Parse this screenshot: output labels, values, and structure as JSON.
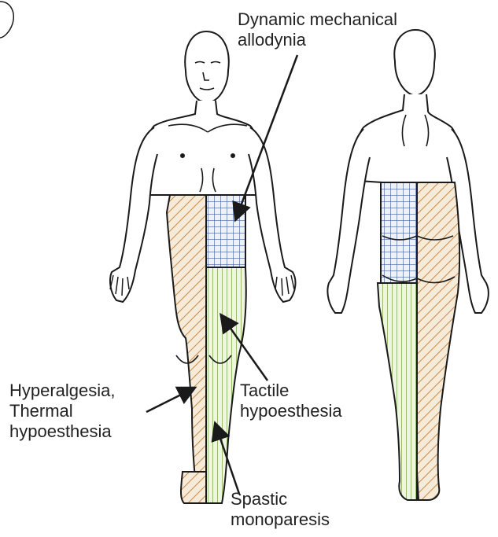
{
  "labels": {
    "dynamic_mechanical_allodynia": [
      "Dynamic mechanical",
      "allodynia"
    ],
    "hyperalgesia_thermal_hypoesthesia": [
      "Hyperalgesia,",
      "Thermal",
      "hypoesthesia"
    ],
    "tactile_hypoesthesia": [
      "Tactile",
      "hypoesthesia"
    ],
    "spastic_monoparesis": [
      "Spastic",
      "monoparesis"
    ]
  },
  "colors": {
    "outline": "#1a1a1a",
    "diagonal_hatch": "#c98a4a",
    "diagonal_fill": "#f6ead9",
    "vertical_hatch": "#7fae52",
    "vertical_fill": "#eef6e2",
    "grid_hatch": "#3a5fa6",
    "grid_fill": "#eef1f8"
  }
}
